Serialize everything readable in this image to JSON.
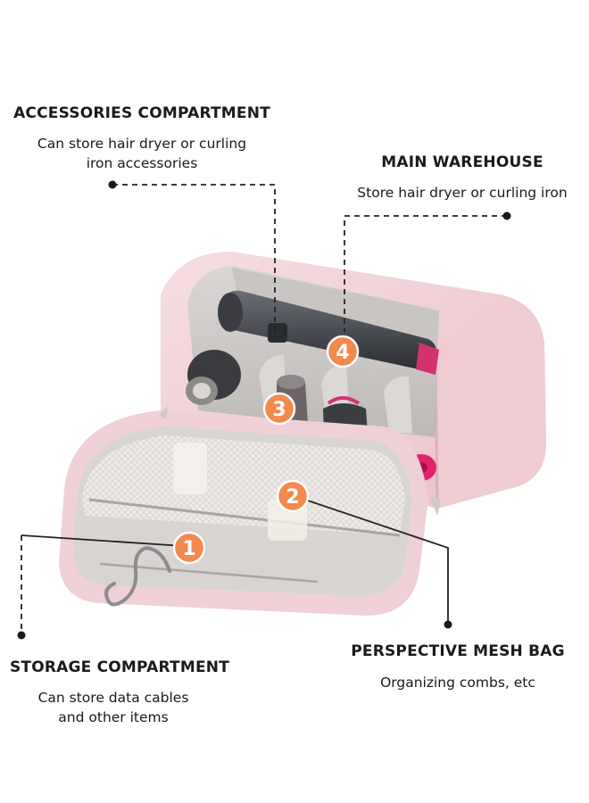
{
  "callouts": {
    "accessories": {
      "title": "ACCESSORIES COMPARTMENT",
      "line1": "Can store hair dryer or curling",
      "line2": "iron accessories"
    },
    "main": {
      "title": "MAIN WAREHOUSE",
      "line1": "Store hair dryer or curling iron"
    },
    "storage": {
      "title": "STORAGE COMPARTMENT",
      "line1": "Can store data cables",
      "line2": "and other items"
    },
    "mesh": {
      "title": "PERSPECTIVE MESH BAG",
      "line1": "Organizing combs, etc"
    }
  },
  "badges": {
    "b1": "1",
    "b2": "2",
    "b3": "3",
    "b4": "4"
  },
  "colors": {
    "bag_pink": "#f1cfd6",
    "badge_orange": "#f28a4e",
    "line": "#222222"
  }
}
